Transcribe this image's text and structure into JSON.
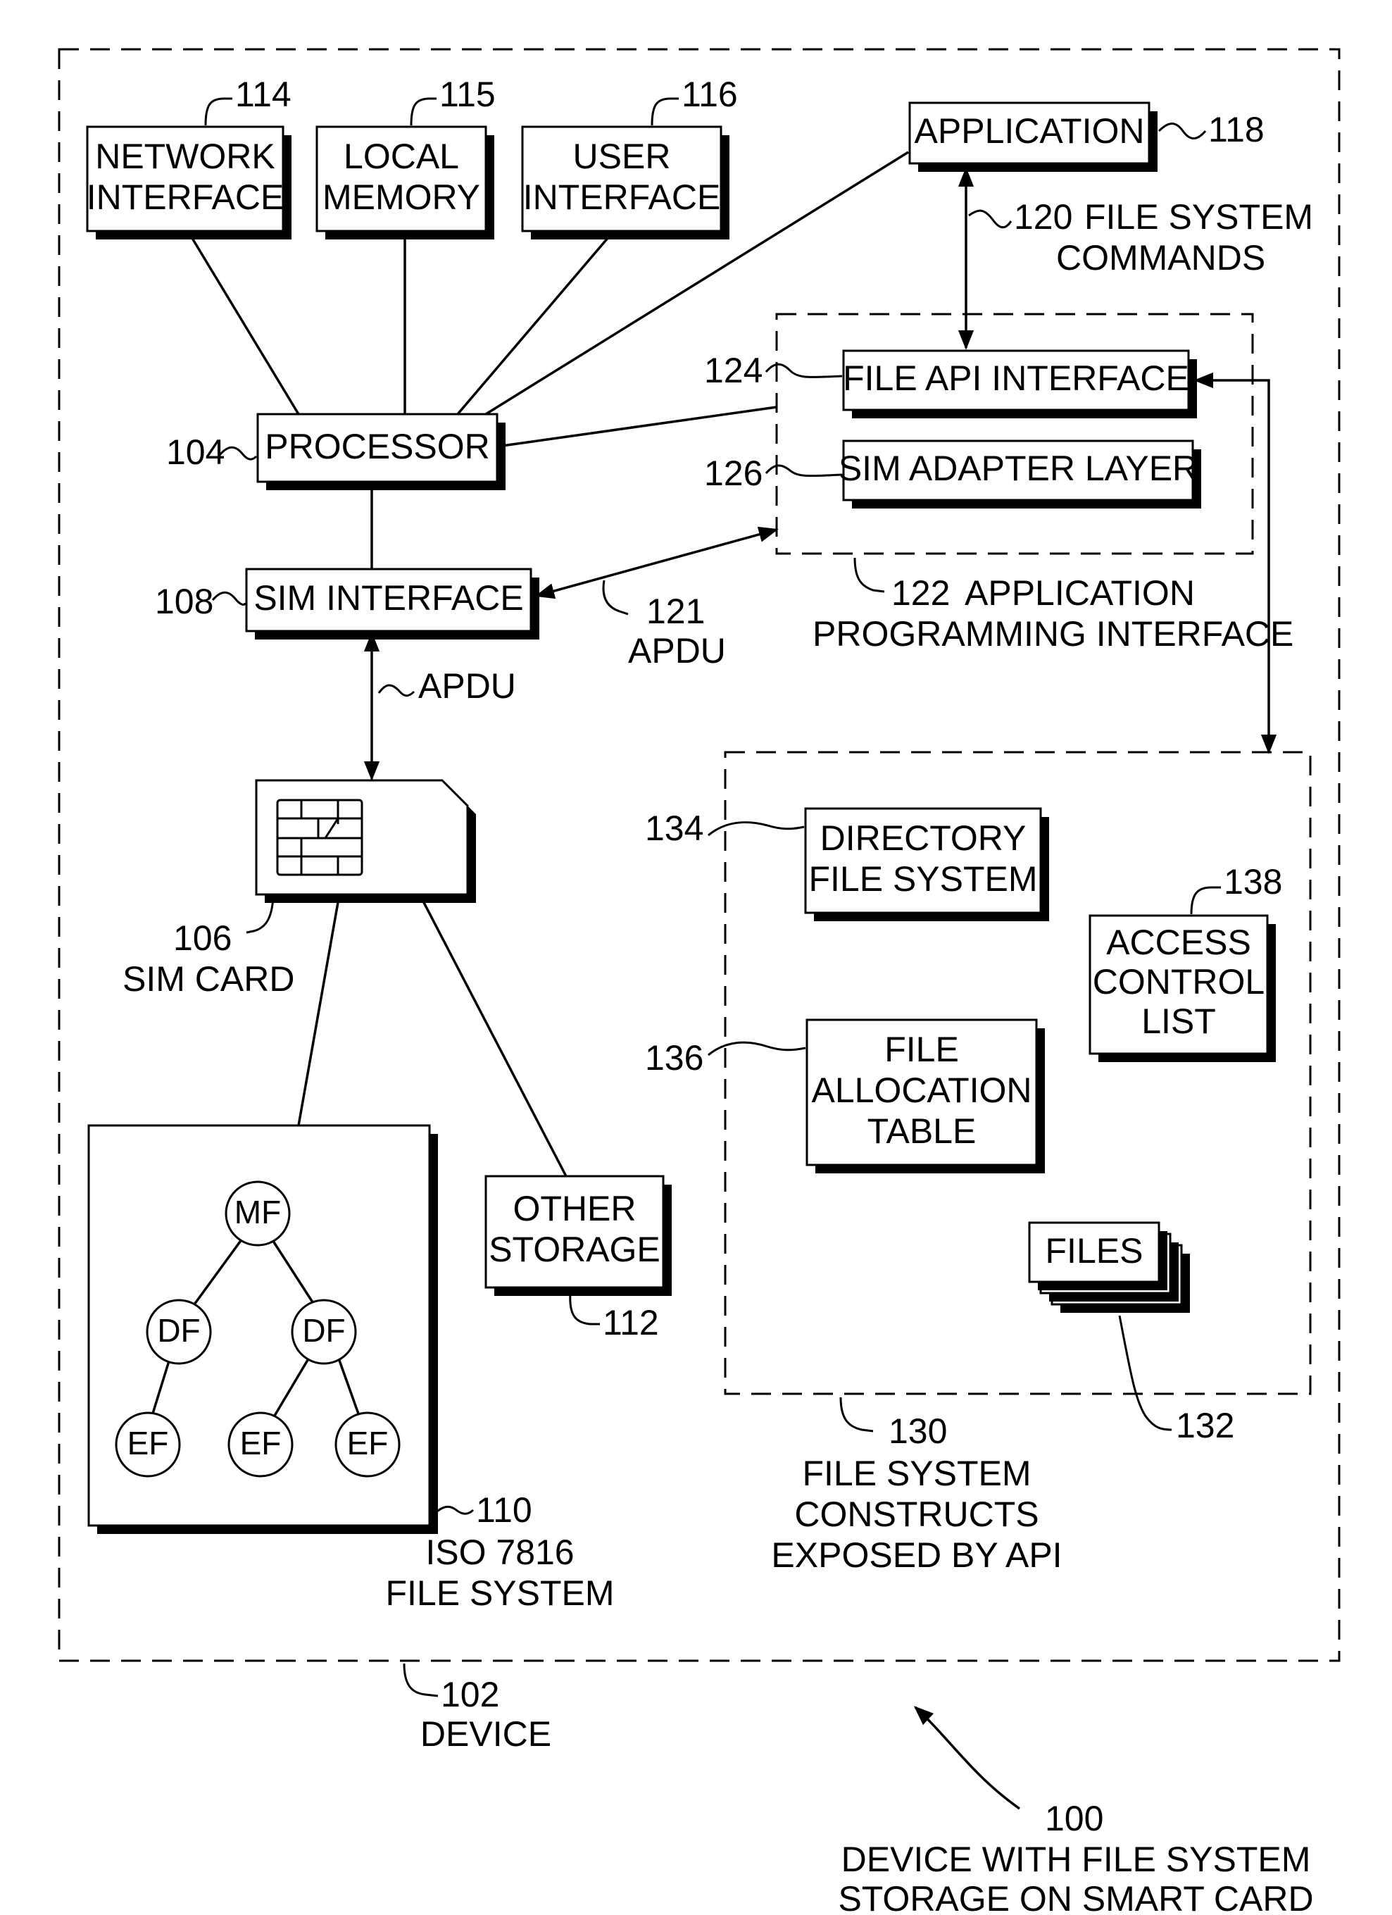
{
  "figure": {
    "device": {
      "ref": "102",
      "label": "DEVICE"
    },
    "overall": {
      "ref": "100",
      "label_line1": "DEVICE WITH FILE SYSTEM",
      "label_line2": "STORAGE ON SMART CARD"
    },
    "network_interface": {
      "ref": "114",
      "line1": "NETWORK",
      "line2": "INTERFACE"
    },
    "local_memory": {
      "ref": "115",
      "line1": "LOCAL",
      "line2": "MEMORY"
    },
    "user_interface": {
      "ref": "116",
      "line1": "USER",
      "line2": "INTERFACE"
    },
    "application": {
      "ref": "118",
      "label": "APPLICATION"
    },
    "file_system_commands": {
      "ref": "120",
      "line1": "FILE SYSTEM",
      "line2": "COMMANDS"
    },
    "processor": {
      "ref": "104",
      "label": "PROCESSOR"
    },
    "file_api_interface": {
      "ref": "124",
      "label": "FILE API INTERFACE"
    },
    "sim_adapter_layer": {
      "ref": "126",
      "label": "SIM ADAPTER LAYER"
    },
    "api": {
      "ref": "122",
      "line1": "APPLICATION",
      "line2": "PROGRAMMING INTERFACE"
    },
    "sim_interface": {
      "ref": "108",
      "label": "SIM INTERFACE"
    },
    "apdu_link": {
      "ref": "121",
      "label": "APDU"
    },
    "apdu_vertical": {
      "label": "APDU"
    },
    "sim_card": {
      "ref": "106",
      "label": "SIM CARD"
    },
    "directory_fs": {
      "ref": "134",
      "line1": "DIRECTORY",
      "line2": "FILE SYSTEM"
    },
    "acl": {
      "ref": "138",
      "line1": "ACCESS",
      "line2": "CONTROL",
      "line3": "LIST"
    },
    "fat": {
      "ref": "136",
      "line1": "FILE",
      "line2": "ALLOCATION",
      "line3": "TABLE"
    },
    "files": {
      "ref": "132",
      "label": "FILES"
    },
    "constructs": {
      "ref": "130",
      "line1": "FILE SYSTEM",
      "line2": "CONSTRUCTS",
      "line3": "EXPOSED BY API"
    },
    "other_storage": {
      "ref": "112",
      "line1": "OTHER",
      "line2": "STORAGE"
    },
    "iso_fs": {
      "ref": "110",
      "line1": "ISO 7816",
      "line2": "FILE SYSTEM"
    },
    "tree": {
      "mf": "MF",
      "df1": "DF",
      "df2": "DF",
      "ef1": "EF",
      "ef2": "EF",
      "ef3": "EF"
    }
  }
}
